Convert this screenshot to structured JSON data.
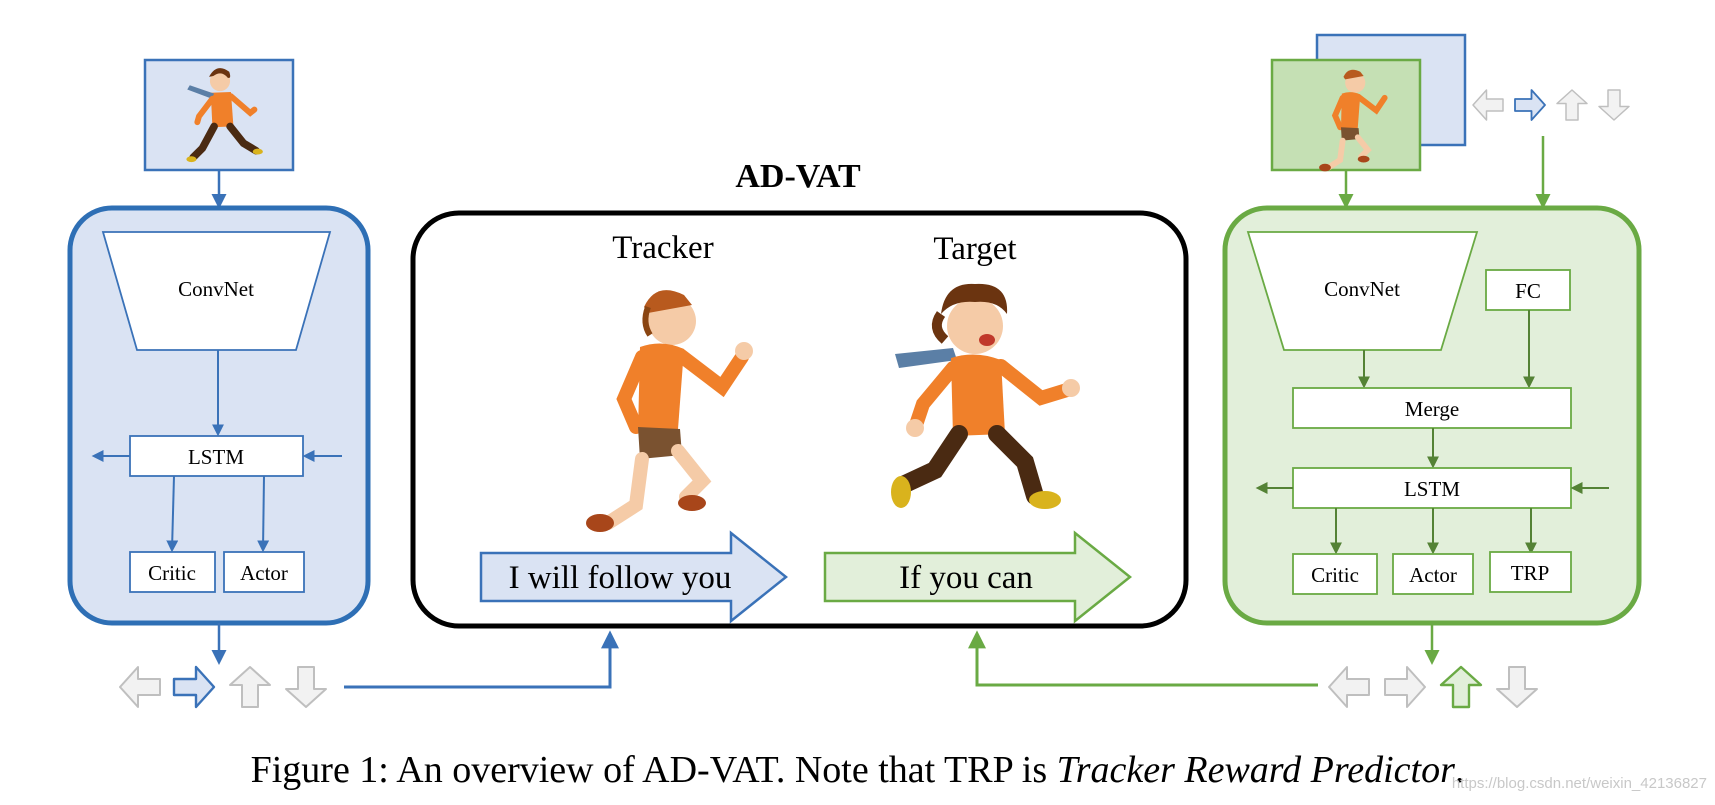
{
  "title": "AD-VAT",
  "tracker_net": {
    "convnet": "ConvNet",
    "lstm": "LSTM",
    "critic": "Critic",
    "actor": "Actor",
    "selected_action": "right"
  },
  "target_net": {
    "convnet": "ConvNet",
    "fc": "FC",
    "merge": "Merge",
    "lstm": "LSTM",
    "critic": "Critic",
    "actor": "Actor",
    "trp": "TRP",
    "input_action": "right",
    "selected_action": "up"
  },
  "environment": {
    "tracker_label": "Tracker",
    "target_label": "Target",
    "tracker_speech": "I will follow you",
    "target_speech": "If you can"
  },
  "caption": {
    "prefix": "Figure 1:  An overview of AD-VAT. Note that TRP is ",
    "emphasis": "Tracker Reward Predictor",
    "suffix": "."
  },
  "watermark": "https://blog.csdn.net/weixin_42136827",
  "colors": {
    "blue_stroke": "#3a72b8",
    "blue_fill": "#dae3f3",
    "green_stroke": "#6aaa44",
    "green_fill": "#e2efda",
    "green_dark": "#548235",
    "gray_arrow": "#bfbfbf",
    "gray_fill": "#f2f2f2"
  }
}
